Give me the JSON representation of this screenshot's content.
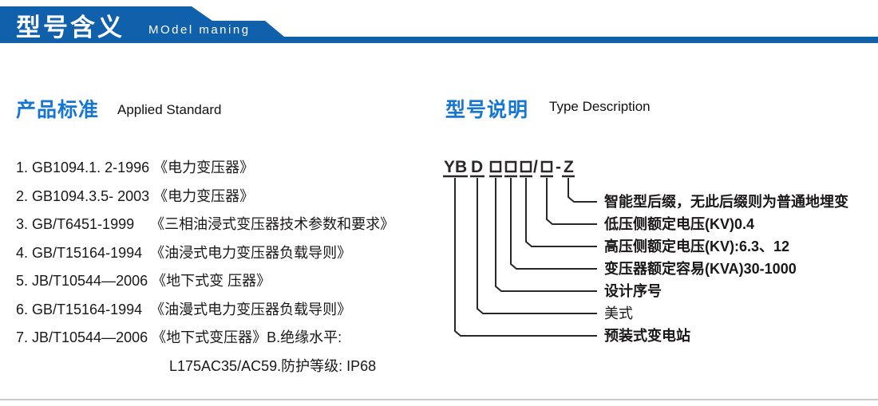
{
  "banner": {
    "title": "型号含义",
    "subtitle": "MOdel maning",
    "bg_color": "#1160ab"
  },
  "sections": {
    "left": {
      "title_zh": "产品标准",
      "title_en": "Applied Standard"
    },
    "right": {
      "title_zh": "型号说明",
      "title_en": "Type Description"
    }
  },
  "standards": [
    "1. GB1094.1. 2-1996 《电力变压器》",
    "2. GB1094.3.5- 2003 《电力变压器》",
    "3. GB/T6451-1999    《三相油浸式变压器技术参数和要求》",
    "4. GB/T15164-1994  《油浸式电力变压器负载导则》",
    "5. JB/T10544—2006 《地下式变 压器》",
    "6. GB/T15164-1994  《油漫式电力变压器负载导则》",
    "7. JB/T10544—2006 《地下式变压器》B.绝缘水平:",
    "L175AC35/AC59.防护等级: IP68"
  ],
  "diagram": {
    "code_display": "YB D □□□/□ - Z",
    "code": {
      "prefix": "YB",
      "type_letter": "D",
      "slash": "/",
      "dash": "-",
      "suffix": "Z",
      "placeholder_boxes": 4
    },
    "labels": [
      "智能型后缀，无此后缀则为普通地埋变",
      "低压侧额定电压(KV)0.4",
      "高压侧额定电压(KV):6.3、12",
      "变压器额定容易(KVA)30-1000",
      "设计序号",
      "美式",
      "预装式变电站"
    ]
  },
  "colors": {
    "banner_blue": "#1160ab",
    "heading_blue": "#1677d3",
    "text_dark": "#231f20",
    "line_dark": "#2b2627",
    "footer_rule_gray": "#c9c9c9"
  }
}
